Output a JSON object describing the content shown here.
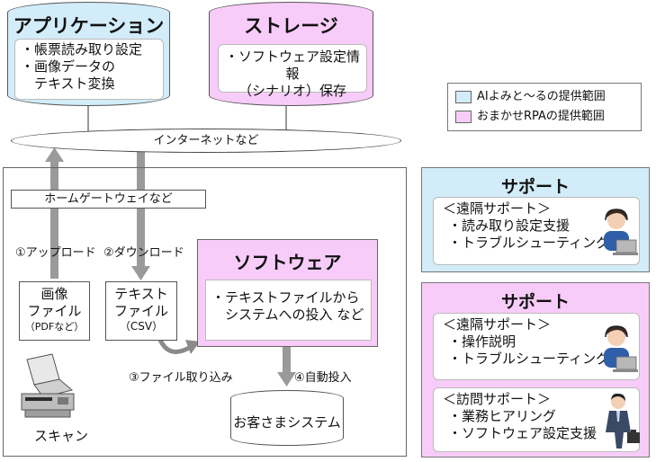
{
  "application": {
    "title": "アプリケーション",
    "items": [
      "・帳票読み取り設定",
      "・画像データの",
      "　テキスト変換"
    ]
  },
  "storage": {
    "title": "ストレージ",
    "items": [
      "・ソフトウェア設定情報",
      "（シナリオ）保存"
    ]
  },
  "legend": {
    "items": [
      {
        "label": "AIよみと～るの提供範囲",
        "color": "#d2ecf9"
      },
      {
        "label": "おまかせRPAの提供範囲",
        "color": "#f8ccf8"
      }
    ]
  },
  "internet": {
    "label": "インターネットなど"
  },
  "homegateway": {
    "label": "ホームゲートウェイなど"
  },
  "flow": {
    "upload": "①アップロード",
    "download": "②ダウンロード",
    "import": "③ファイル取り込み",
    "auto_input": "④自動投入"
  },
  "image_file": {
    "line1": "画像",
    "line2": "ファイル",
    "line3": "（PDFなど）"
  },
  "text_file": {
    "line1": "テキスト",
    "line2": "ファイル",
    "line3": "（CSV）"
  },
  "software": {
    "title": "ソフトウェア",
    "items": [
      "・テキストファイルから",
      "　システムへの投入 など"
    ]
  },
  "customer_system": {
    "label": "お客さまシステム"
  },
  "scan": {
    "label": "スキャン"
  },
  "support_blue": {
    "title": "サポート",
    "section": "＜遠隔サポート＞",
    "items": [
      "・読み取り設定支援",
      "・トラブルシューティング"
    ]
  },
  "support_pink": {
    "title": "サポート",
    "remote_section": "＜遠隔サポート＞",
    "remote_items": [
      "・操作説明",
      "・トラブルシューティング"
    ],
    "visit_section": "＜訪問サポート＞",
    "visit_items": [
      "・業務ヒアリング",
      "・ソフトウェア設定支援"
    ]
  }
}
